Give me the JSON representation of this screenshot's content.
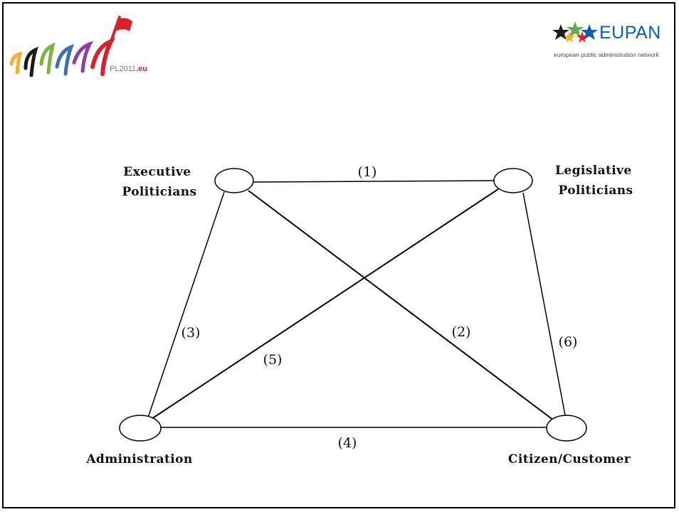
{
  "logos": {
    "left": {
      "caption": "PL2011",
      "suffix": ".eu"
    },
    "right": {
      "wordmark": "EUPAN",
      "tagline": "european public administration network"
    }
  },
  "nodes": {
    "executive": {
      "lines": [
        "Executive",
        "Politicians"
      ]
    },
    "legislative": {
      "lines": [
        "Legislative",
        "Politicians"
      ]
    },
    "administration": {
      "lines": [
        "Administration"
      ]
    },
    "citizen": {
      "lines": [
        "Citizen/Customer"
      ]
    }
  },
  "edges": {
    "exec_leg": {
      "label": "(1)"
    },
    "exec_cit": {
      "label": "(2)"
    },
    "exec_adm": {
      "label": "(3)"
    },
    "adm_cit": {
      "label": "(4)"
    },
    "leg_adm": {
      "label": "(5)"
    },
    "leg_cit": {
      "label": "(6)"
    }
  },
  "colors": {
    "line": "#000000",
    "text": "#111111",
    "eupan_blue": "#0b5fb0",
    "pl_red": "#d4232b"
  }
}
